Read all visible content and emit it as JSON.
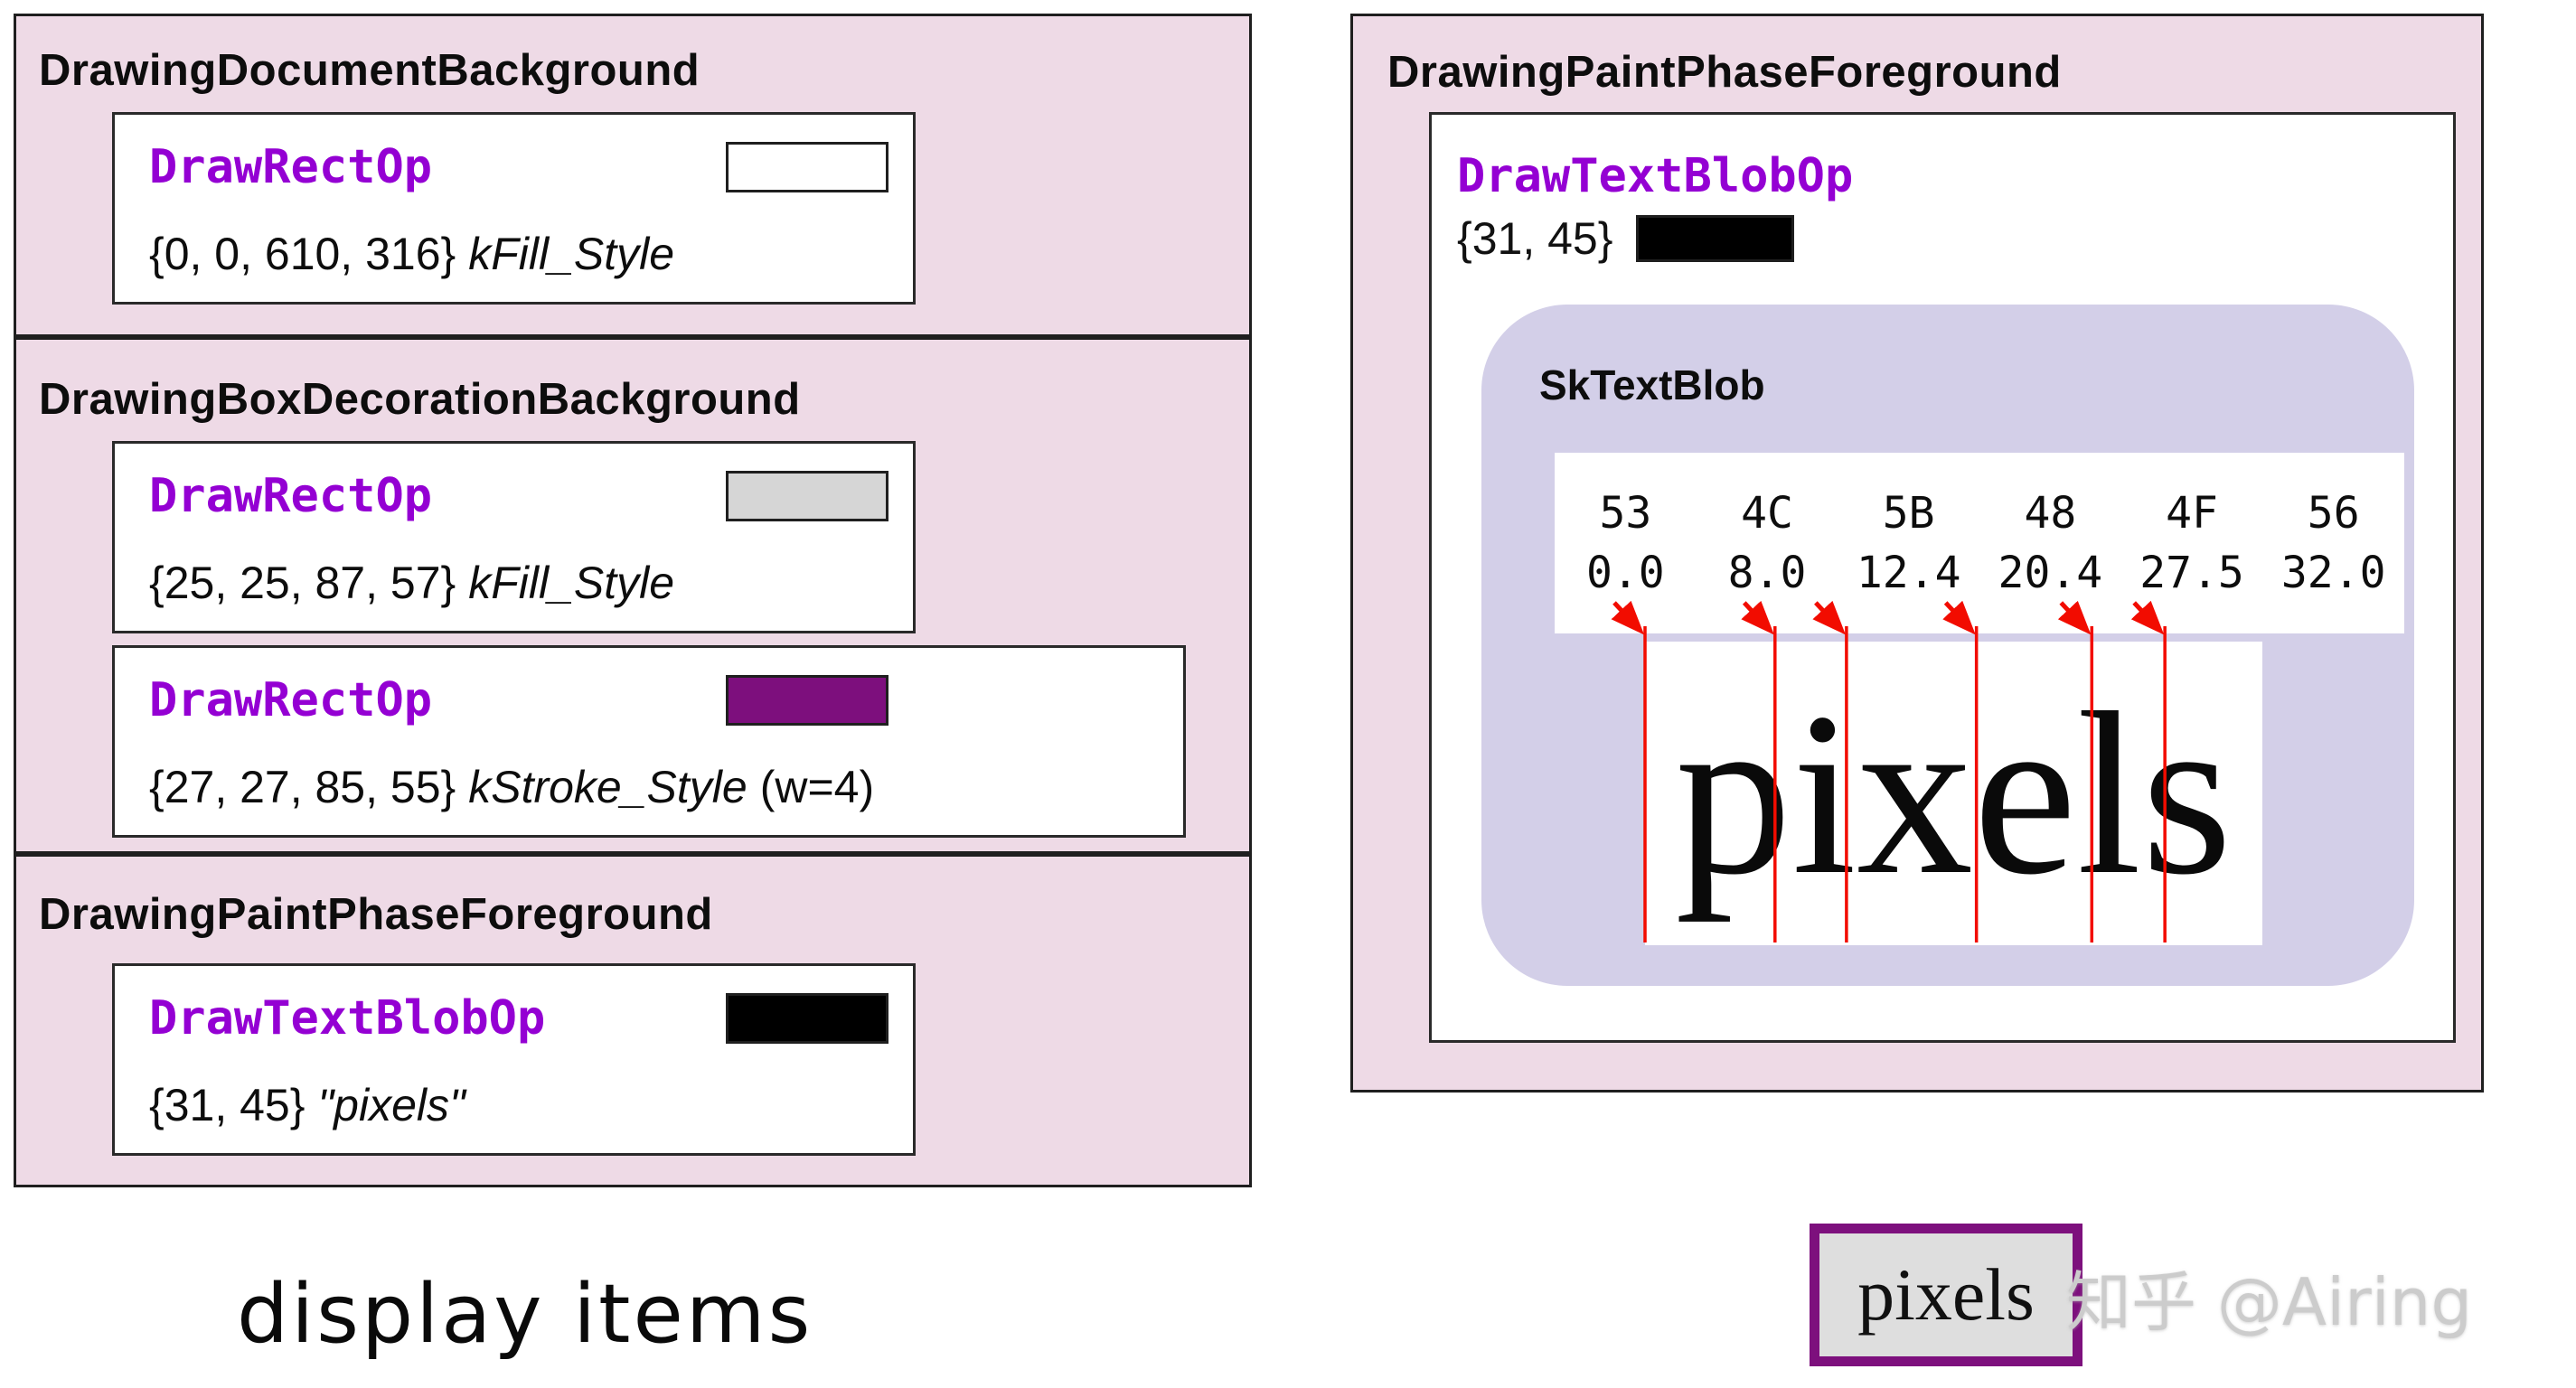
{
  "colors": {
    "panel_pink": "#eedae6",
    "lavender": "#d3cfe8",
    "accent_purple_text": "#9400d3",
    "red": "#f20c00",
    "result_border_purple": "#7d107d",
    "swatch_white": "#ffffff",
    "swatch_gray": "#d6d6d6",
    "swatch_purple": "#7d0f7d",
    "swatch_black": "#000000"
  },
  "left_panel": {
    "sections": [
      {
        "title": "DrawingDocumentBackground",
        "ops": [
          {
            "name": "DrawRectOp",
            "swatch": "white",
            "args": "{0, 0, 610, 316}",
            "style": "kFill_Style",
            "suffix": ""
          }
        ]
      },
      {
        "title": "DrawingBoxDecorationBackground",
        "ops": [
          {
            "name": "DrawRectOp",
            "swatch": "gray",
            "args": "{25, 25, 87, 57}",
            "style": "kFill_Style",
            "suffix": ""
          },
          {
            "name": "DrawRectOp",
            "swatch": "purple",
            "args": "{27, 27, 85, 55}",
            "style": "kStroke_Style",
            "suffix": "(w=4)"
          }
        ]
      },
      {
        "title": "DrawingPaintPhaseForeground",
        "ops": [
          {
            "name": "DrawTextBlobOp",
            "swatch": "black",
            "args": "{31, 45}",
            "style": "\"pixels\"",
            "suffix": ""
          }
        ]
      }
    ],
    "caption": "display items"
  },
  "right_panel": {
    "title": "DrawingPaintPhaseForeground",
    "op_name": "DrawTextBlobOp",
    "op_args": "{31, 45}",
    "op_swatch": "black",
    "blob": {
      "title": "SkTextBlob",
      "glyph_ids": [
        "53",
        "4C",
        "5B",
        "48",
        "4F",
        "56"
      ],
      "positions": [
        "0.0",
        "8.0",
        "12.4",
        "20.4",
        "27.5",
        "32.0"
      ],
      "word": "pixels"
    }
  },
  "footer": {
    "result_word": "pixels",
    "watermark": "知乎 @Airing"
  }
}
